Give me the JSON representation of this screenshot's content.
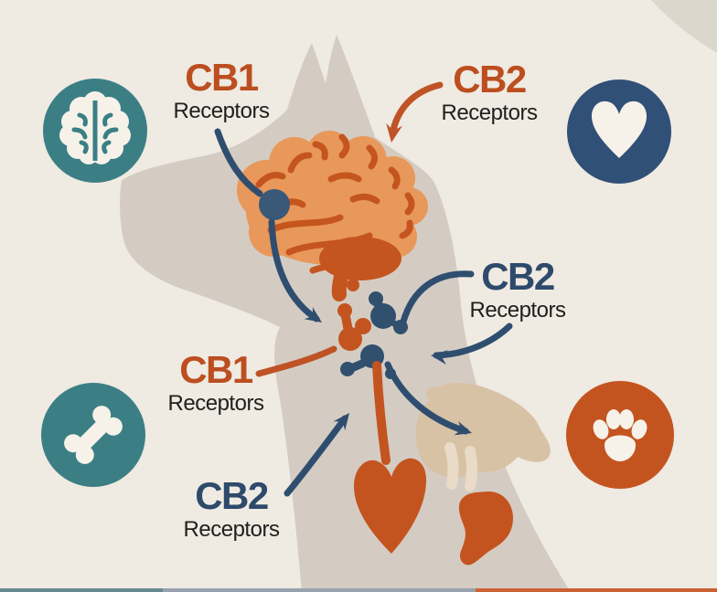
{
  "labels": {
    "cb1_top": {
      "title": "CB1",
      "subtitle": "Receptors"
    },
    "cb2_top": {
      "title": "CB2",
      "subtitle": "Receptors"
    },
    "cb2_mid": {
      "title": "CB2",
      "subtitle": "Receptors"
    },
    "cb1_mid": {
      "title": "CB1",
      "subtitle": "Receptors"
    },
    "cb2_bottom": {
      "title": "CB2",
      "subtitle": "Receptors"
    }
  },
  "corner_icons": {
    "top_left": {
      "icon": "brain-icon",
      "circle_color": "#3B7F85"
    },
    "top_right": {
      "icon": "heart-icon",
      "circle_color": "#315077"
    },
    "bottom_left": {
      "icon": "bone-icon",
      "circle_color": "#3B7F85"
    },
    "bottom_right": {
      "icon": "paw-icon",
      "circle_color": "#C4541F"
    }
  },
  "colors": {
    "background": "#EFEAE2",
    "dog_silhouette": "#D4CCC3",
    "dog_leg_tan": "#D8C2A6",
    "orange_accent": "#BC4E1F",
    "brain_fill": "#E8985A",
    "brain_lines": "#C5551E",
    "navy_accent": "#2E4A6B",
    "teal_accent": "#3B7F85",
    "text_dark": "#20201E",
    "bottom_bar": [
      "#688A8E",
      "#98A2AE",
      "#CC6134"
    ]
  }
}
